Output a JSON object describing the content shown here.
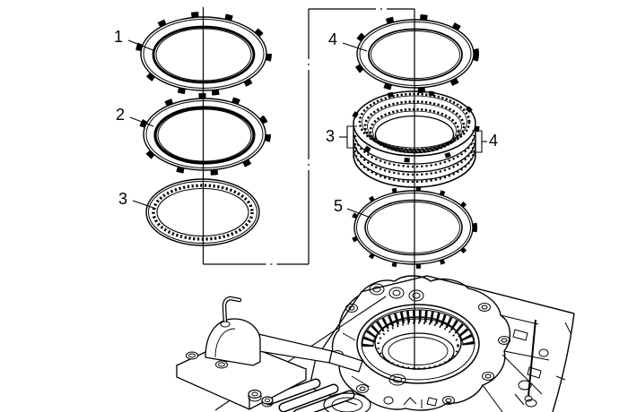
{
  "diagram": {
    "background_color": "#ffffff",
    "line_color": "#000000",
    "callouts": [
      {
        "label": "1",
        "points_to": "clutch-plate-1"
      },
      {
        "label": "2",
        "points_to": "clutch-plate-2"
      },
      {
        "label": "3",
        "points_to": "friction-plate-3"
      },
      {
        "label": "4",
        "points_to": "clutch-plate-4"
      },
      {
        "label": "3",
        "points_to": "clutch-pack-left-tab"
      },
      {
        "label": "4",
        "points_to": "clutch-pack-right-tab"
      },
      {
        "label": "5",
        "points_to": "backing-plate-5"
      }
    ],
    "graphics": [
      "clutch-plate-1",
      "clutch-plate-2",
      "friction-plate-3",
      "clutch-plate-4",
      "clutch-plate-stack",
      "backing-plate-5",
      "assembly-centerlines",
      "transmission-case",
      "clutch-housing-bore",
      "installer-tool",
      "hex-nuts"
    ]
  }
}
